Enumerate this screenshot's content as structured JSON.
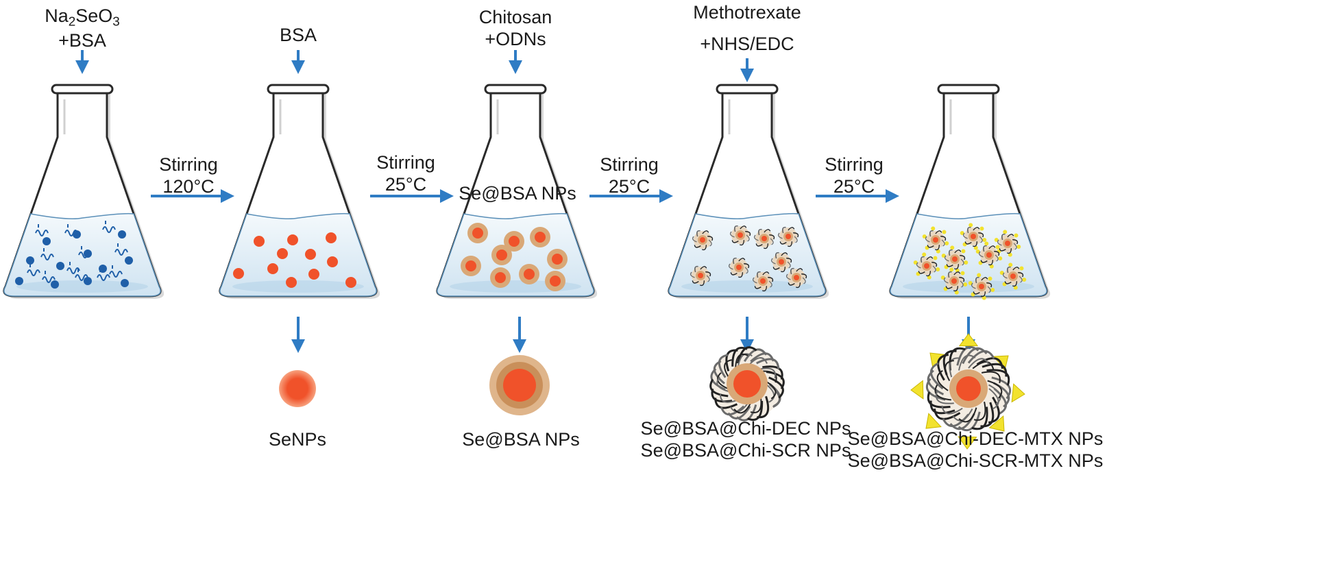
{
  "reagents": {
    "flask1": {
      "main": "Na",
      "sub1": "2",
      "mid": "SeO",
      "sub2": "3",
      "line2": "+BSA"
    },
    "flask2": {
      "line1": "BSA"
    },
    "flask3": {
      "line1": "Chitosan",
      "line2": "+ODNs"
    },
    "flask4": {
      "line1": "Methotrexate",
      "line2": "+NHS/EDC"
    }
  },
  "steps": [
    {
      "action": "Stirring",
      "condition": "120°C"
    },
    {
      "action": "Stirring",
      "condition": "25°C"
    },
    {
      "action": "Stirring",
      "condition": "25°C"
    },
    {
      "action": "Stirring",
      "condition": "25°C"
    }
  ],
  "flask3_inner_label": "Se@BSA NPs",
  "products": {
    "p2": {
      "line1": "SeNPs"
    },
    "p3": {
      "line1": "Se@BSA NPs"
    },
    "p4": {
      "line1": "Se@BSA@Chi-DEC NPs",
      "line2": "Se@BSA@Chi-SCR NPs"
    },
    "p5": {
      "line1": "Se@BSA@Chi-DEC-MTX NPs",
      "line2": "Se@BSA@Chi-SCR-MTX NPs"
    }
  },
  "colors": {
    "arrow": "#2f7cc4",
    "seleno_ion": "#1f5fa8",
    "senp": "#f0522a",
    "bsa_shell": "#d9a877",
    "mtx": "#f2e22e",
    "liquid": "#dcebf5",
    "flask_outline": "#2a2a2a"
  },
  "icons": [
    "erlenmeyer-flask-icon",
    "down-arrow-icon",
    "right-arrow-icon",
    "nanoparticle-icon"
  ]
}
